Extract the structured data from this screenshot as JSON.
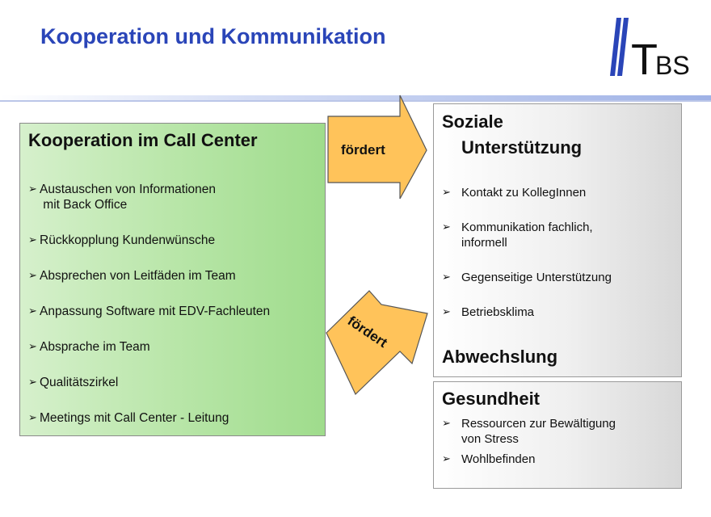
{
  "title": "Kooperation und Kommunikation",
  "logo": {
    "letters": [
      "T",
      "BS"
    ]
  },
  "left_box": {
    "heading": "Kooperation im Call Center",
    "items": [
      "Austauschen von Informationen\n mit Back Office",
      "Rückkopplung Kundenwünsche",
      "Absprechen von Leitfäden im Team",
      "Anpassung Software mit EDV-Fachleuten",
      "Absprache im Team",
      "Qualitätszirkel",
      "Meetings mit Call Center - Leitung"
    ]
  },
  "arrows": {
    "top_label": "fördert",
    "bottom_label": "fördert"
  },
  "right_box": {
    "heading_line1": "Soziale",
    "heading_line2": "Unterstützung",
    "items": [
      "Kontakt zu KollegInnen",
      "Kommunikation fachlich,\ninformell",
      "Gegenseitige Unterstützung",
      "Betriebsklima"
    ],
    "heading2": "Abwechslung"
  },
  "bottom_box": {
    "heading": "Gesundheit",
    "items": [
      "Ressourcen zur Bewältigung\nvon Stress",
      "Wohlbefinden"
    ]
  },
  "bullet_glyph": "➢",
  "colors": {
    "title": "#2a45b8",
    "left_box": "#b9e6a9",
    "arrow_fill": "#ffc35a",
    "rule": "#b8c6ea"
  }
}
